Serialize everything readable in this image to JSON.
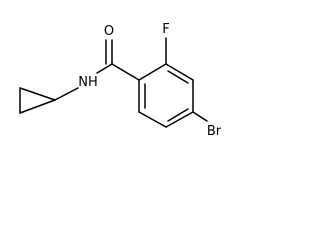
{
  "molecule": {
    "atoms": {
      "oxygen": "O",
      "fluorine": "F",
      "amide_nitrogen": "NH",
      "bromine": "Br"
    }
  }
}
